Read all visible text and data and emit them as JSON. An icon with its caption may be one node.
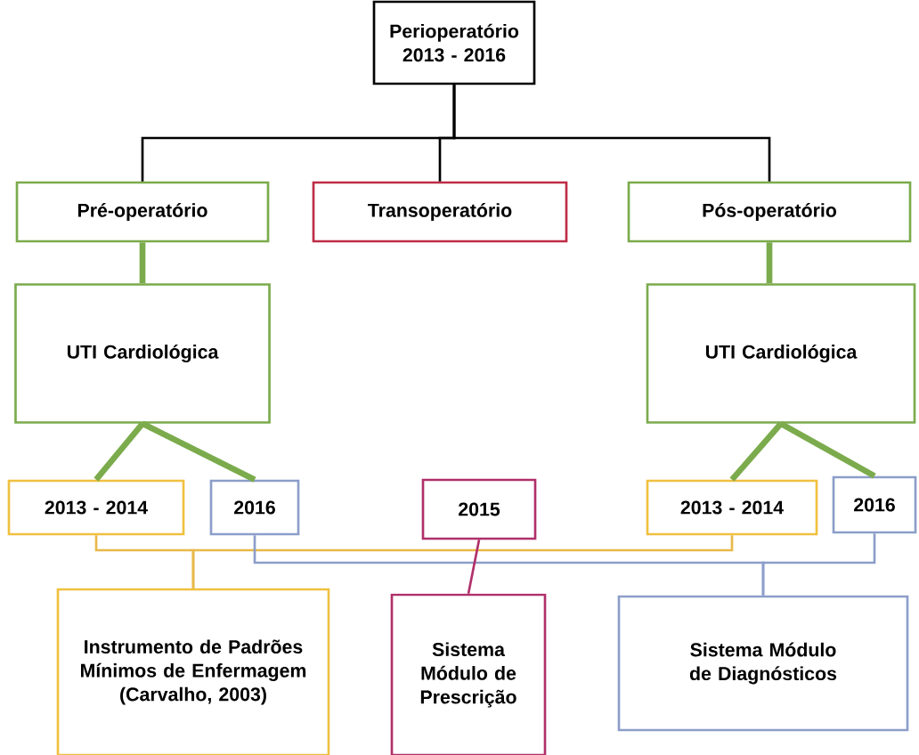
{
  "diagram": {
    "nodes": [
      {
        "text": [
          "Perioperatório 2013 - 2016"
        ]
      },
      {
        "text": [
          "Pré-operatório"
        ]
      },
      {
        "text": [
          "Transoperatório"
        ]
      },
      {
        "text": [
          "Pós-operatório"
        ]
      },
      {
        "text": [
          "UTI Cardiológica"
        ]
      },
      {
        "text": [
          "UTI Cardiológica"
        ]
      },
      {
        "text": [
          "2013 - 2014"
        ]
      },
      {
        "text": [
          "2016"
        ]
      },
      {
        "text": [
          "2015"
        ]
      },
      {
        "text": [
          "2013 - 2014"
        ]
      },
      {
        "text": [
          "2016"
        ]
      },
      {
        "text": [
          "Instrumento de Padrões Mínimos de Enfermagem (Carvalho, 2003)"
        ]
      },
      {
        "text": [
          "Sistema Módulo de Prescrição"
        ]
      },
      {
        "text": [
          "Sistema Módulo de Diagnósticos"
        ]
      }
    ],
    "edges": [
      {
        "from": 0,
        "to": 1,
        "arrow": "none",
        "color": "#000000"
      },
      {
        "from": 0,
        "to": 2,
        "arrow": "none",
        "color": "#000000"
      },
      {
        "from": 0,
        "to": 3,
        "arrow": "none",
        "color": "#000000"
      },
      {
        "from": 1,
        "to": 4,
        "arrow": "none",
        "style": "thick",
        "color": "#7bab4c"
      },
      {
        "from": 3,
        "to": 5,
        "arrow": "none",
        "style": "thick",
        "color": "#7bab4c"
      },
      {
        "from": 4,
        "to": 6,
        "arrow": "none",
        "style": "thick",
        "color": "#7bab4c"
      },
      {
        "from": 4,
        "to": 7,
        "arrow": "none",
        "style": "thick",
        "color": "#7bab4c"
      },
      {
        "from": 5,
        "to": 9,
        "arrow": "none",
        "style": "thick",
        "color": "#7bab4c"
      },
      {
        "from": 5,
        "to": 10,
        "arrow": "none",
        "style": "thick",
        "color": "#7bab4c"
      },
      {
        "from": 6,
        "to": 11,
        "arrow": "none",
        "color": "#e8b94a"
      },
      {
        "from": 9,
        "to": 11,
        "arrow": "none",
        "color": "#e8b94a"
      },
      {
        "from": 7,
        "to": 13,
        "arrow": "none",
        "color": "#8c9ec9"
      },
      {
        "from": 10,
        "to": 13,
        "arrow": "none",
        "color": "#8c9ec9"
      },
      {
        "from": 8,
        "to": 12,
        "arrow": "none",
        "color": "#b0306a"
      }
    ]
  }
}
